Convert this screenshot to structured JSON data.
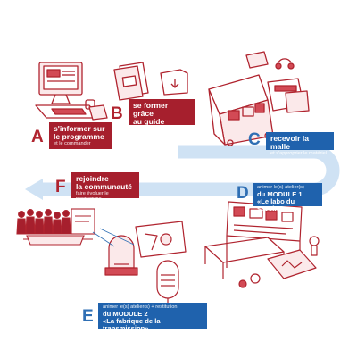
{
  "steps": {
    "a": {
      "letter": "A",
      "title_lines": [
        "s'informer sur",
        "le programme"
      ],
      "subtitle": "et le commander",
      "icon": "computer-desk-icon"
    },
    "b": {
      "letter": "B",
      "title_lines": [
        "se former grâce",
        "au guide"
      ],
      "subtitle": "papier ou numérique",
      "icon": "guide-book-icon"
    },
    "c": {
      "letter": "C",
      "title_lines": [
        "recevoir la malle"
      ],
      "subtitle": "et s'approprier le matériel",
      "icon": "kit-trunk-icon"
    },
    "d": {
      "letter": "D",
      "prefix": "animer le(s) atelier(s)",
      "title_lines": [
        "du MODULE 1",
        "«Le labo du savoir»"
      ],
      "icon": "lab-table-icon"
    },
    "e": {
      "letter": "E",
      "prefix": "animer le(s) atelier(s) + restitution",
      "title_lines": [
        "du MODULE 2",
        "«La fabrique de la transmission»"
      ],
      "icon": "microphone-icon"
    },
    "f": {
      "letter": "F",
      "title_lines": [
        "rejoindre",
        "la communauté"
      ],
      "subtitle": "faire évoluer le programme",
      "icon": "community-crowd-icon"
    }
  },
  "colors": {
    "red": "#a61f2d",
    "blue": "#1f62ad",
    "arrow": "#cfe2f4",
    "ink": "#b0242f"
  }
}
